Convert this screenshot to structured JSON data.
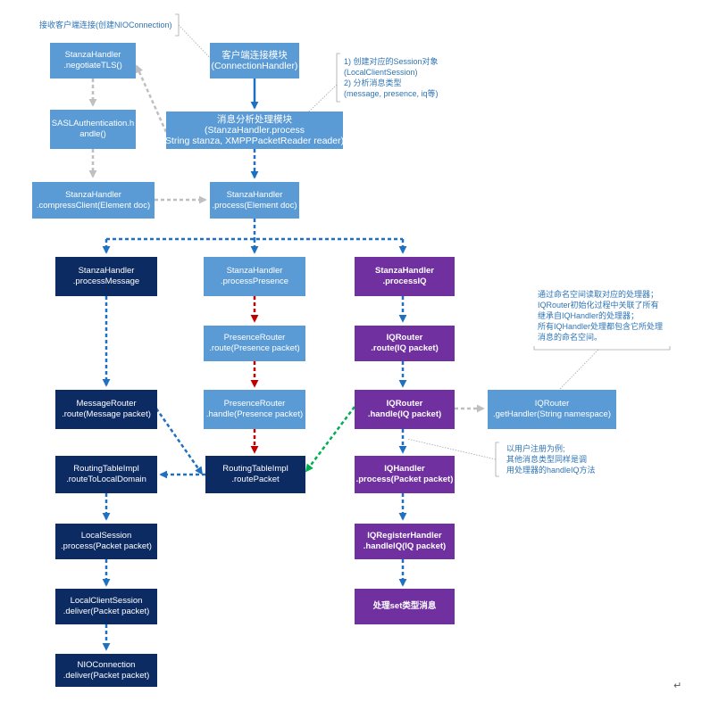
{
  "nodes": {
    "negotiate_tls": [
      "StanzaHandler",
      ".negotiateTLS()"
    ],
    "connection_handler": [
      "客户端连接模块",
      "(ConnectionHandler)"
    ],
    "sasl": [
      "SASLAuthentication.h",
      "andle()"
    ],
    "stanza_process_main": [
      "消息分析处理模块",
      "(StanzaHandler.process",
      "(String stanza, XMPPPacketReader reader))"
    ],
    "compress_client": [
      "StanzaHandler",
      ".compressClient(Element doc)"
    ],
    "process_element": [
      "StanzaHandler",
      ".process(Element doc)"
    ],
    "process_message": [
      "StanzaHandler",
      ".processMessage"
    ],
    "process_presence": [
      "StanzaHandler",
      ".processPresence"
    ],
    "process_iq": [
      "StanzaHandler",
      ".processIQ"
    ],
    "presence_router_route": [
      "PresenceRouter",
      ".route(Presence packet)"
    ],
    "iq_router_route": [
      "IQRouter",
      ".route(IQ packet)"
    ],
    "message_router_route": [
      "MessageRouter",
      ".route(Message packet)"
    ],
    "presence_router_handle": [
      "PresenceRouter",
      ".handle(Presence packet)"
    ],
    "iq_router_handle": [
      "IQRouter",
      ".handle(IQ packet)"
    ],
    "get_handler": [
      "IQRouter",
      ".getHandler(String namespace)"
    ],
    "route_to_local_domain": [
      "RoutingTableImpl",
      ".routeToLocalDomain"
    ],
    "route_packet": [
      "RoutingTableImpl",
      ".routePacket"
    ],
    "iq_handler_process": [
      "IQHandler",
      ".process(Packet packet)"
    ],
    "local_session_process": [
      "LocalSession",
      ".process(Packet packet)"
    ],
    "iq_register_handler": [
      "IQRegisterHandler",
      ".handleIQ(IQ packet)"
    ],
    "local_client_session": [
      "LocalClientSession",
      ".deliver(Packet packet)"
    ],
    "handle_set": [
      "处理set类型消息"
    ],
    "nio_connection": [
      "NIOConnection",
      ".deliver(Packet packet)"
    ]
  },
  "notes": {
    "accept_connection": [
      "接收客户端连接(创建NIOConnection)"
    ],
    "session_analysis": [
      "1) 创建对应的Session对象",
      "(LocalClientSession)",
      "2) 分析消息类型",
      "(message, presence, iq等)"
    ],
    "namespace_lookup": [
      "通过命名空间读取对应的处理器；",
      "IQRouter初始化过程中关联了所有",
      "继承自IQHandler的处理器；",
      "所有IQHandler处理都包含它所处理",
      "消息的命名空间。"
    ],
    "register_example": [
      "以用户注册为例;",
      "其他消息类型同样是调",
      "用处理器的handleIQ方法"
    ]
  },
  "paragraph_mark": "↵",
  "colors": {
    "light_blue": "#5b9bd5",
    "dark_navy": "#0d2b63",
    "purple": "#7030a0",
    "blue_arrow": "#1f70c1",
    "red_arrow": "#c00000",
    "green_arrow": "#00b050",
    "gray_arrow": "#bfbfbf",
    "note_text": "#2e74b5"
  }
}
